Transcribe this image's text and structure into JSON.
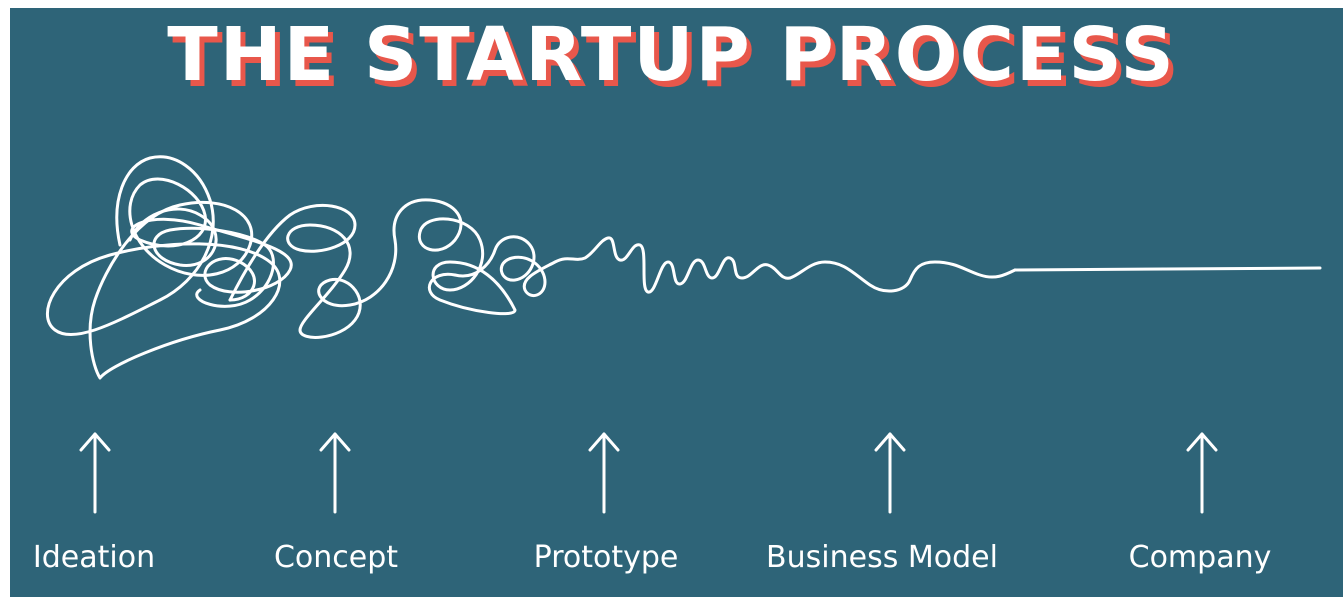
{
  "title": "THE STARTUP PROCESS",
  "colors": {
    "background": "#2e6478",
    "title_text": "#ffffff",
    "title_shadow": "#e8574b",
    "line": "#ffffff"
  },
  "stages": [
    {
      "label": "Ideation"
    },
    {
      "label": "Concept"
    },
    {
      "label": "Prototype"
    },
    {
      "label": "Business Model"
    },
    {
      "label": "Company"
    }
  ],
  "icons": {
    "stage_marker": "up-arrow-icon",
    "process_line": "scribble-line-icon"
  }
}
